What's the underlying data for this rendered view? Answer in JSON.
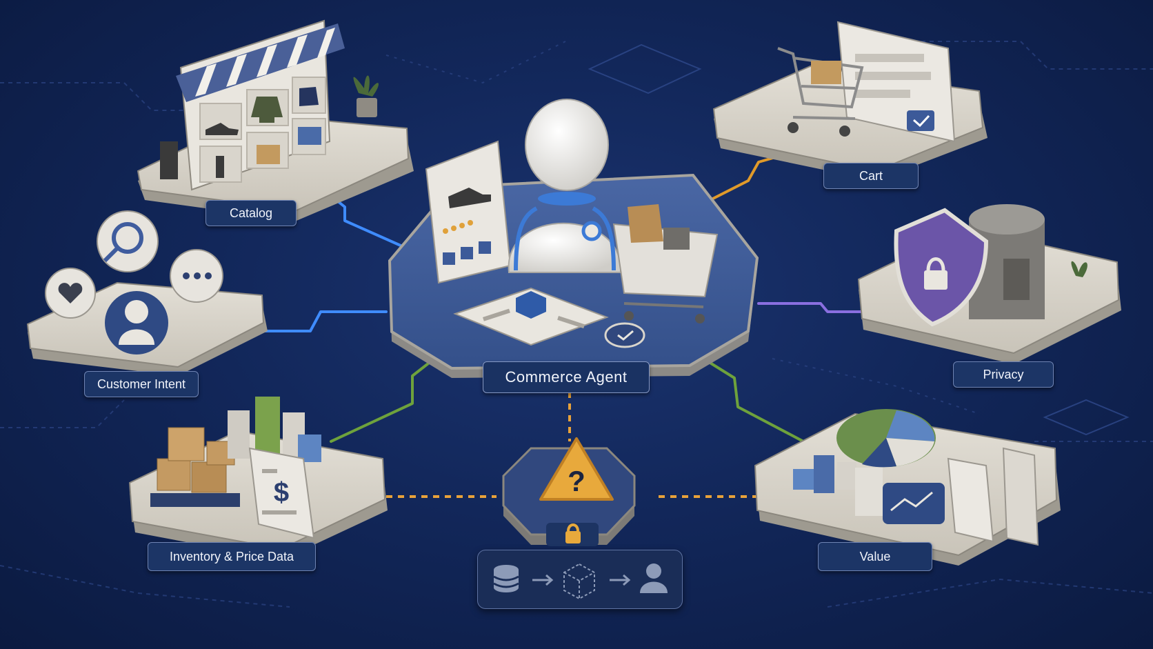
{
  "diagram": {
    "center_label": "Commerce Agent",
    "nodes": [
      {
        "id": "catalog",
        "label": "Catalog"
      },
      {
        "id": "cart",
        "label": "Cart"
      },
      {
        "id": "customer_intent",
        "label": "Customer Intent"
      },
      {
        "id": "privacy",
        "label": "Privacy"
      },
      {
        "id": "inventory",
        "label": "Inventory & Price Data"
      },
      {
        "id": "value",
        "label": "Value"
      }
    ],
    "flow": [
      "database-icon",
      "arrow-right-icon",
      "cube-icon",
      "arrow-right-icon",
      "user-icon"
    ],
    "warning_symbol": "?",
    "price_symbol": "$"
  },
  "colors": {
    "background": "#12275a",
    "label_bg": "#1c3566",
    "platform_top": "#d9d5cc",
    "platform_side": "#a7a39a",
    "center_platform": "#3f5a94",
    "link_blue": "#3f8cff",
    "link_orange": "#e09a2a",
    "link_purple": "#8a6fe0",
    "link_green": "#6ea23c",
    "dashed_orange": "#e8a23a",
    "warning": "#e8a93c",
    "shield": "#6b55a8"
  }
}
